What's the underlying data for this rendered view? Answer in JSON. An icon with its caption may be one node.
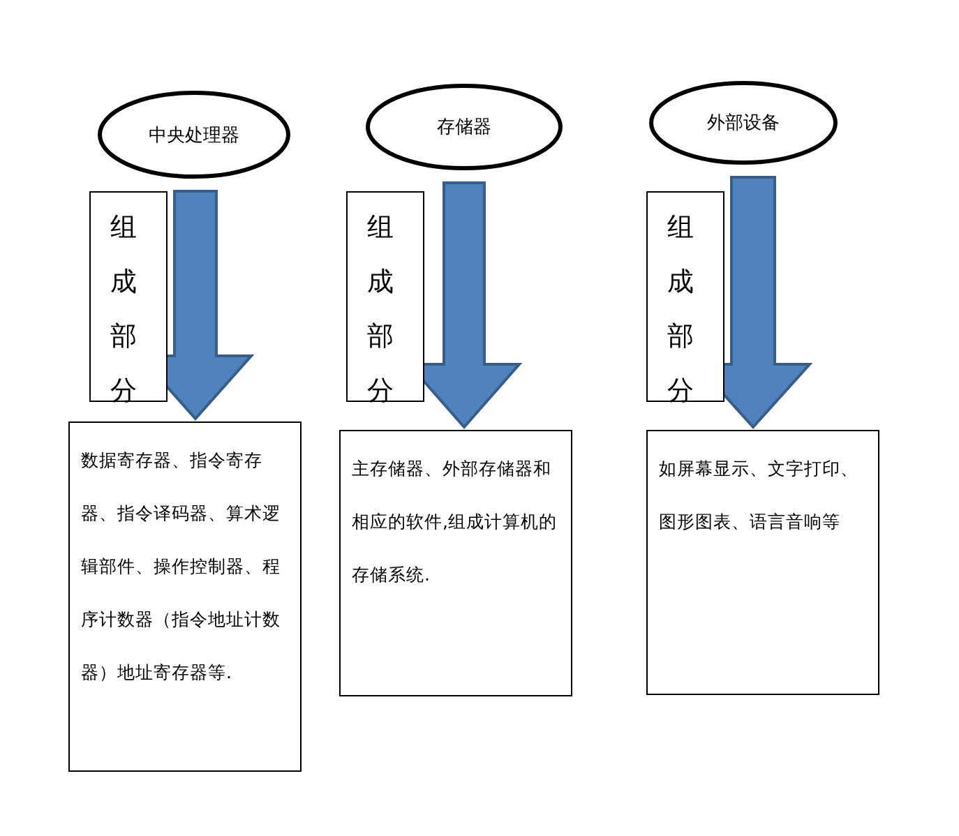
{
  "diagram": {
    "nodes": [
      {
        "text": [
          "中央处理器"
        ]
      },
      {
        "text": [
          "存储器"
        ]
      },
      {
        "text": [
          "外部设备"
        ]
      },
      {
        "text": [
          "组成部分"
        ]
      },
      {
        "text": [
          "组成部分"
        ]
      },
      {
        "text": [
          "组成部分"
        ]
      },
      {
        "text": [
          "数据寄存器、指令寄存器、指令译码器、算术逻辑部件、操作控制器、程序计数器（指令地址计数器）地址寄存器等."
        ]
      },
      {
        "text": [
          "主存储器、外部存储器和相应的软件,组成计算机的存储系统."
        ]
      },
      {
        "text": [
          "如屏幕显示、文字打印、图形图表、语言音响等"
        ]
      }
    ],
    "edges": [
      {
        "from": 0,
        "to": 6,
        "arrow": "to",
        "style": "thick",
        "color": "#4f81bd"
      },
      {
        "from": 1,
        "to": 7,
        "arrow": "to",
        "style": "thick",
        "color": "#4f81bd"
      },
      {
        "from": 2,
        "to": 8,
        "arrow": "to",
        "style": "thick",
        "color": "#4f81bd"
      }
    ]
  }
}
